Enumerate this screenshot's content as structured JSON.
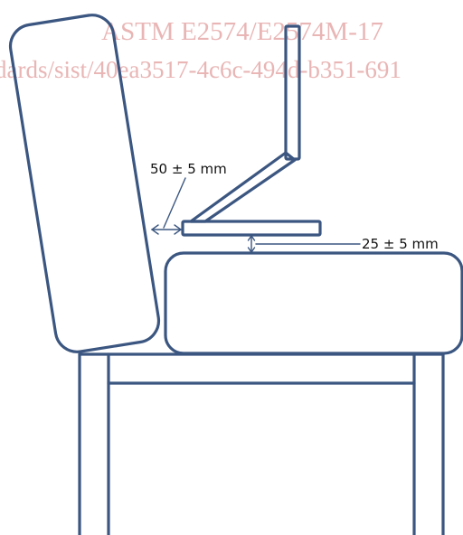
{
  "watermark": {
    "standard": "ASTM E2574/E2574M-17",
    "url_fragment": "dards/sist/40ea3517-4c6c-494d-b351-691"
  },
  "annotations": {
    "gap_backrest": "50 ± 5 mm",
    "gap_seat": "25 ± 5 mm"
  },
  "colors": {
    "outline": "#3b5680",
    "watermark": "#e9b5b5",
    "text": "#111111"
  }
}
